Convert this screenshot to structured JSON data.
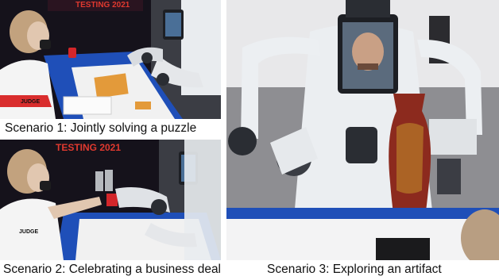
{
  "figure": {
    "captions": [
      "Scenario 1: Jointly solving a puzzle",
      "Scenario 2: Celebrating a business deal",
      "Scenario 3: Exploring an artifact"
    ],
    "panels": [
      {
        "name": "scenario-1-photo",
        "banner_text": "TESTING 2021",
        "person_shirt_label": "JUDGE"
      },
      {
        "name": "scenario-2-photo",
        "banner_text": "TESTING 2021",
        "person_shirt_label": "JUDGE"
      },
      {
        "name": "scenario-3-photo"
      }
    ]
  },
  "colors": {
    "table_blue": "#1f4fb8",
    "tabletop_white": "#f1f1f1",
    "backdrop_dark": "#16131d",
    "banner_red": "#e0392f",
    "robot_white": "#e9ecef",
    "robot_dark": "#2a2d33",
    "vase_red": "#8c2a1e",
    "vase_gold": "#c08a2a",
    "floor_gray": "#8e8e92",
    "wall_light": "#e8e8ea"
  }
}
